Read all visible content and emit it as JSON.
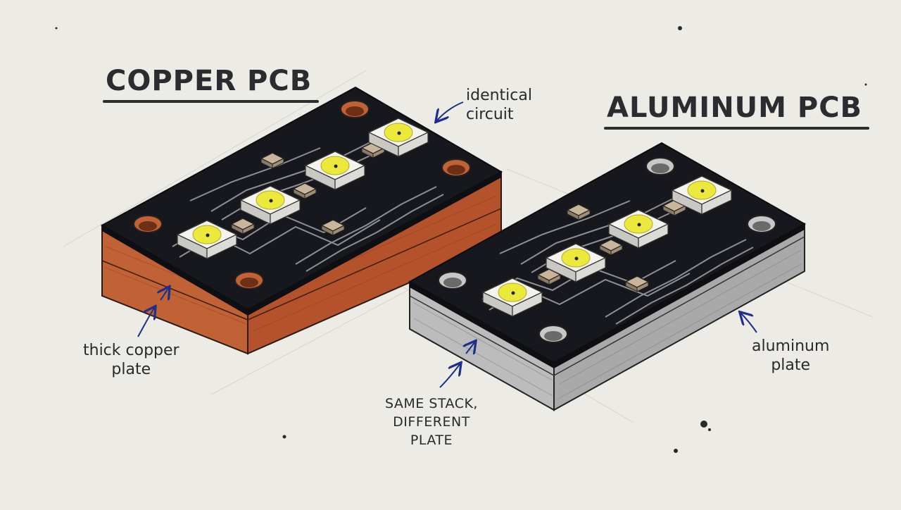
{
  "titles": {
    "copper": "COPPER PCB",
    "aluminum": "ALUMINUM PCB"
  },
  "annotations": {
    "identical_circuit": [
      "identical",
      "circuit"
    ],
    "copper_plate": [
      "thick copper",
      "plate"
    ],
    "aluminum_plate": [
      "aluminum",
      "plate"
    ],
    "same_stack": [
      "SAME STACK,",
      "DIFFERENT",
      "PLATE"
    ]
  },
  "colors": {
    "background": "#ecebe5",
    "pcb_black": "#17181d",
    "copper": "#b8552c",
    "aluminum": "#b8b8b8",
    "led_yellow": "#ece93c",
    "arrow_ink": "#1c2f8a",
    "text_ink": "#2b2c30"
  }
}
